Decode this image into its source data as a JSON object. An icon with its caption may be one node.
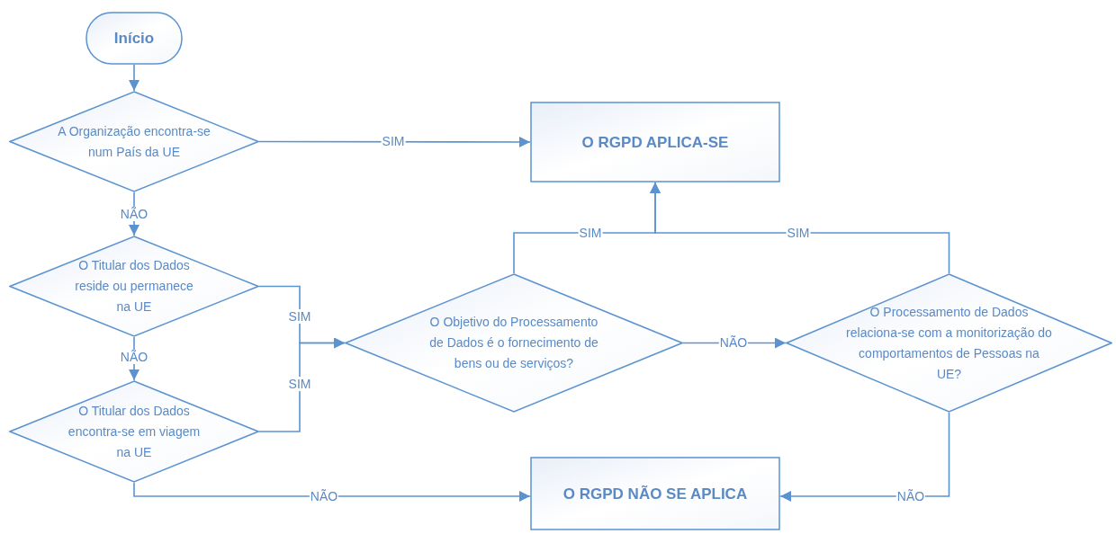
{
  "diagram": {
    "nodes": [
      {
        "text": [
          "Início"
        ]
      },
      {
        "text": [
          "A Organização encontra-se num País da UE"
        ]
      },
      {
        "text": [
          "O RGPD APLICA-SE"
        ]
      },
      {
        "text": [
          "O Titular dos Dados reside ou permanece na UE"
        ]
      },
      {
        "text": [
          "O Titular dos Dados encontra-se em viagem na UE"
        ]
      },
      {
        "text": [
          "O Objetivo do Processamento de Dados é o fornecimento de bens ou de serviços?"
        ]
      },
      {
        "text": [
          "O Processamento de Dados relaciona-se com a monitorização do comportamentos de Pessoas na UE?"
        ]
      },
      {
        "text": [
          "O RGPD NÃO SE APLICA"
        ]
      }
    ],
    "edges": [
      {
        "from": 0,
        "to": 1,
        "arrow": "to"
      },
      {
        "from": 1,
        "to": 2,
        "arrow": "to",
        "label": "SIM"
      },
      {
        "from": 1,
        "to": 3,
        "arrow": "to",
        "label": "NÃO"
      },
      {
        "from": 3,
        "to": 5,
        "arrow": "to",
        "label": "SIM"
      },
      {
        "from": 4,
        "to": 5,
        "arrow": "to",
        "label": "SIM"
      },
      {
        "from": 3,
        "to": 4,
        "arrow": "to",
        "label": "NÃO"
      },
      {
        "from": 4,
        "to": 7,
        "arrow": "to",
        "label": "NÃO"
      },
      {
        "from": 5,
        "to": 2,
        "arrow": "to",
        "label": "SIM"
      },
      {
        "from": 6,
        "to": 2,
        "arrow": "to",
        "label": "SIM"
      },
      {
        "from": 5,
        "to": 6,
        "arrow": "to",
        "label": "NÃO"
      },
      {
        "from": 6,
        "to": 7,
        "arrow": "to",
        "label": "NÃO"
      }
    ]
  }
}
